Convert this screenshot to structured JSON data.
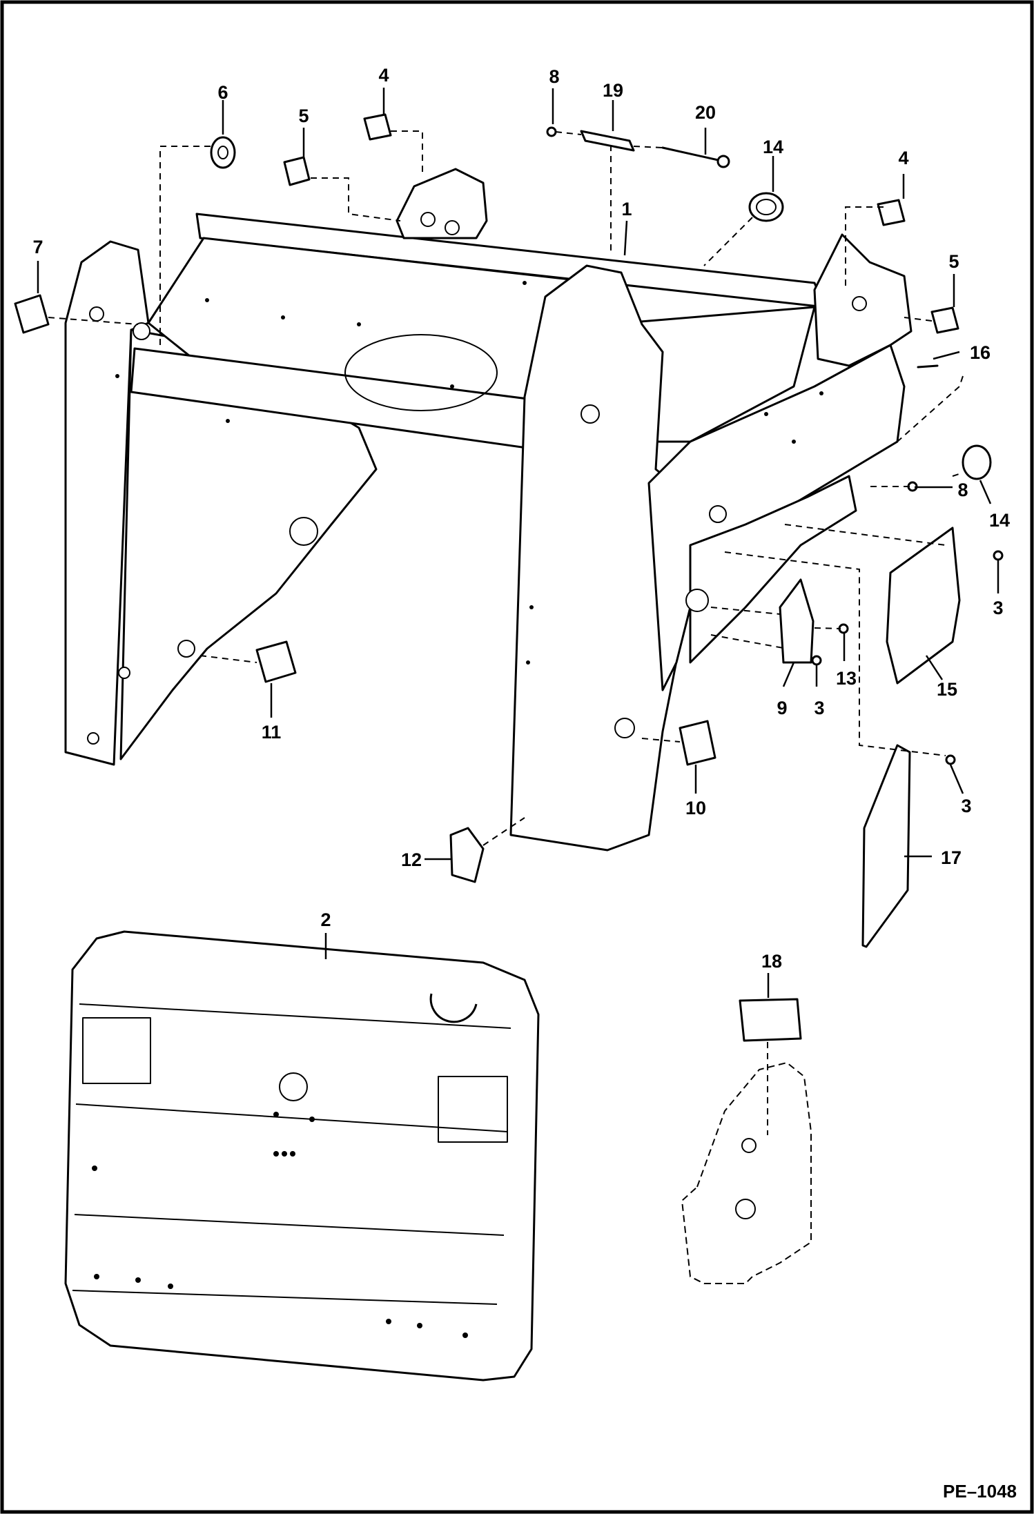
{
  "figure": {
    "id": "PE–1048",
    "callouts": [
      "1",
      "2",
      "3",
      "3",
      "3",
      "4",
      "4",
      "5",
      "5",
      "6",
      "7",
      "8",
      "8",
      "9",
      "10",
      "11",
      "12",
      "13",
      "14",
      "14",
      "15",
      "16",
      "17",
      "18",
      "19",
      "20"
    ]
  },
  "colors": {
    "line": "#000000",
    "background": "#ffffff"
  }
}
